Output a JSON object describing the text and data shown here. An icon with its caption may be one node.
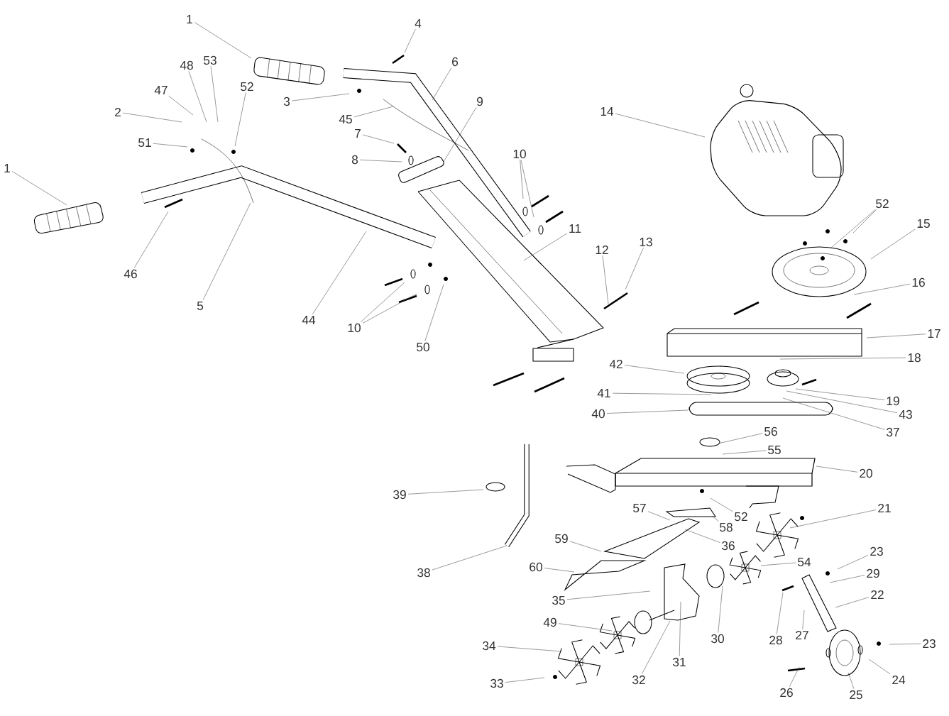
{
  "diagram": {
    "nodes": [
      {
        "text": [
          "1"
        ]
      },
      {
        "text": [
          "1"
        ]
      },
      {
        "text": [
          "4"
        ]
      },
      {
        "text": [
          "6"
        ]
      },
      {
        "text": [
          "48"
        ]
      },
      {
        "text": [
          "53"
        ]
      },
      {
        "text": [
          "52"
        ]
      },
      {
        "text": [
          "47"
        ]
      },
      {
        "text": [
          "2"
        ]
      },
      {
        "text": [
          "3"
        ]
      },
      {
        "text": [
          "45"
        ]
      },
      {
        "text": [
          "9"
        ]
      },
      {
        "text": [
          "14"
        ]
      },
      {
        "text": [
          "7"
        ]
      },
      {
        "text": [
          "51"
        ]
      },
      {
        "text": [
          "8"
        ]
      },
      {
        "text": [
          "10"
        ]
      },
      {
        "text": [
          "52"
        ]
      },
      {
        "text": [
          "15"
        ]
      },
      {
        "text": [
          "46"
        ]
      },
      {
        "text": [
          "5"
        ]
      },
      {
        "text": [
          "44"
        ]
      },
      {
        "text": [
          "11"
        ]
      },
      {
        "text": [
          "12"
        ]
      },
      {
        "text": [
          "13"
        ]
      },
      {
        "text": [
          "16"
        ]
      },
      {
        "text": [
          "10"
        ]
      },
      {
        "text": [
          "50"
        ]
      },
      {
        "text": [
          "17"
        ]
      },
      {
        "text": [
          "18"
        ]
      },
      {
        "text": [
          "42"
        ]
      },
      {
        "text": [
          "19"
        ]
      },
      {
        "text": [
          "43"
        ]
      },
      {
        "text": [
          "41"
        ]
      },
      {
        "text": [
          "40"
        ]
      },
      {
        "text": [
          "37"
        ]
      },
      {
        "text": [
          "56"
        ]
      },
      {
        "text": [
          "55"
        ]
      },
      {
        "text": [
          "20"
        ]
      },
      {
        "text": [
          "39"
        ]
      },
      {
        "text": [
          "57"
        ]
      },
      {
        "text": [
          "58"
        ]
      },
      {
        "text": [
          "52"
        ]
      },
      {
        "text": [
          "21"
        ]
      },
      {
        "text": [
          "36"
        ]
      },
      {
        "text": [
          "59"
        ]
      },
      {
        "text": [
          "38"
        ]
      },
      {
        "text": [
          "60"
        ]
      },
      {
        "text": [
          "54"
        ]
      },
      {
        "text": [
          "23"
        ]
      },
      {
        "text": [
          "29"
        ]
      },
      {
        "text": [
          "22"
        ]
      },
      {
        "text": [
          "35"
        ]
      },
      {
        "text": [
          "30"
        ]
      },
      {
        "text": [
          "28"
        ]
      },
      {
        "text": [
          "27"
        ]
      },
      {
        "text": [
          "49"
        ]
      },
      {
        "text": [
          "31"
        ]
      },
      {
        "text": [
          "32"
        ]
      },
      {
        "text": [
          "34"
        ]
      },
      {
        "text": [
          "33"
        ]
      },
      {
        "text": [
          "26"
        ]
      },
      {
        "text": [
          "25"
        ]
      },
      {
        "text": [
          "24"
        ]
      },
      {
        "text": [
          "23"
        ]
      }
    ],
    "edges": [
      {
        "from": 0,
        "to": null,
        "arrow": "none"
      },
      {
        "from": 1,
        "to": null,
        "arrow": "none"
      },
      {
        "from": 2,
        "to": null,
        "arrow": "none"
      },
      {
        "from": 3,
        "to": null,
        "arrow": "none"
      },
      {
        "from": 4,
        "to": null,
        "arrow": "none"
      },
      {
        "from": 5,
        "to": null,
        "arrow": "none"
      },
      {
        "from": 6,
        "to": null,
        "arrow": "none"
      },
      {
        "from": 7,
        "to": null,
        "arrow": "none"
      },
      {
        "from": 8,
        "to": null,
        "arrow": "none"
      },
      {
        "from": 9,
        "to": null,
        "arrow": "none"
      },
      {
        "from": 10,
        "to": null,
        "arrow": "none"
      },
      {
        "from": 11,
        "to": null,
        "arrow": "none"
      },
      {
        "from": 12,
        "to": null,
        "arrow": "none"
      },
      {
        "from": 13,
        "to": null,
        "arrow": "none"
      },
      {
        "from": 14,
        "to": null,
        "arrow": "none"
      },
      {
        "from": 15,
        "to": null,
        "arrow": "none"
      },
      {
        "from": 16,
        "to": null,
        "arrow": "none"
      },
      {
        "from": 16,
        "to": null,
        "arrow": "none"
      },
      {
        "from": 17,
        "to": null,
        "arrow": "none"
      },
      {
        "from": 17,
        "to": null,
        "arrow": "none"
      },
      {
        "from": 18,
        "to": null,
        "arrow": "none"
      },
      {
        "from": 19,
        "to": null,
        "arrow": "none"
      },
      {
        "from": 20,
        "to": null,
        "arrow": "none"
      },
      {
        "from": 21,
        "to": null,
        "arrow": "none"
      },
      {
        "from": 22,
        "to": null,
        "arrow": "none"
      },
      {
        "from": 23,
        "to": null,
        "arrow": "none"
      },
      {
        "from": 24,
        "to": null,
        "arrow": "none"
      },
      {
        "from": 25,
        "to": null,
        "arrow": "none"
      },
      {
        "from": 26,
        "to": null,
        "arrow": "none"
      },
      {
        "from": 26,
        "to": null,
        "arrow": "none"
      },
      {
        "from": 27,
        "to": null,
        "arrow": "none"
      },
      {
        "from": 28,
        "to": null,
        "arrow": "none"
      },
      {
        "from": 29,
        "to": null,
        "arrow": "none"
      },
      {
        "from": 30,
        "to": null,
        "arrow": "none"
      },
      {
        "from": 31,
        "to": null,
        "arrow": "none"
      },
      {
        "from": 32,
        "to": null,
        "arrow": "none"
      },
      {
        "from": 33,
        "to": null,
        "arrow": "none"
      },
      {
        "from": 34,
        "to": null,
        "arrow": "none"
      },
      {
        "from": 35,
        "to": null,
        "arrow": "none"
      },
      {
        "from": 36,
        "to": null,
        "arrow": "none"
      },
      {
        "from": 37,
        "to": null,
        "arrow": "none"
      },
      {
        "from": 38,
        "to": null,
        "arrow": "none"
      },
      {
        "from": 39,
        "to": null,
        "arrow": "none"
      },
      {
        "from": 40,
        "to": null,
        "arrow": "none"
      },
      {
        "from": 41,
        "to": null,
        "arrow": "none"
      },
      {
        "from": 42,
        "to": null,
        "arrow": "none"
      },
      {
        "from": 43,
        "to": null,
        "arrow": "none"
      },
      {
        "from": 44,
        "to": null,
        "arrow": "none"
      },
      {
        "from": 45,
        "to": null,
        "arrow": "none"
      },
      {
        "from": 46,
        "to": null,
        "arrow": "none"
      },
      {
        "from": 47,
        "to": null,
        "arrow": "none"
      },
      {
        "from": 48,
        "to": null,
        "arrow": "none"
      },
      {
        "from": 49,
        "to": null,
        "arrow": "none"
      },
      {
        "from": 50,
        "to": null,
        "arrow": "none"
      },
      {
        "from": 51,
        "to": null,
        "arrow": "none"
      },
      {
        "from": 52,
        "to": null,
        "arrow": "none"
      },
      {
        "from": 53,
        "to": null,
        "arrow": "none"
      },
      {
        "from": 54,
        "to": null,
        "arrow": "none"
      },
      {
        "from": 55,
        "to": null,
        "arrow": "none"
      },
      {
        "from": 56,
        "to": null,
        "arrow": "none"
      },
      {
        "from": 57,
        "to": null,
        "arrow": "none"
      },
      {
        "from": 58,
        "to": null,
        "arrow": "none"
      },
      {
        "from": 59,
        "to": null,
        "arrow": "none"
      },
      {
        "from": 60,
        "to": null,
        "arrow": "none"
      },
      {
        "from": 61,
        "to": null,
        "arrow": "none"
      },
      {
        "from": 62,
        "to": null,
        "arrow": "none"
      },
      {
        "from": 63,
        "to": null,
        "arrow": "none"
      },
      {
        "from": 64,
        "to": null,
        "arrow": "none"
      }
    ]
  }
}
